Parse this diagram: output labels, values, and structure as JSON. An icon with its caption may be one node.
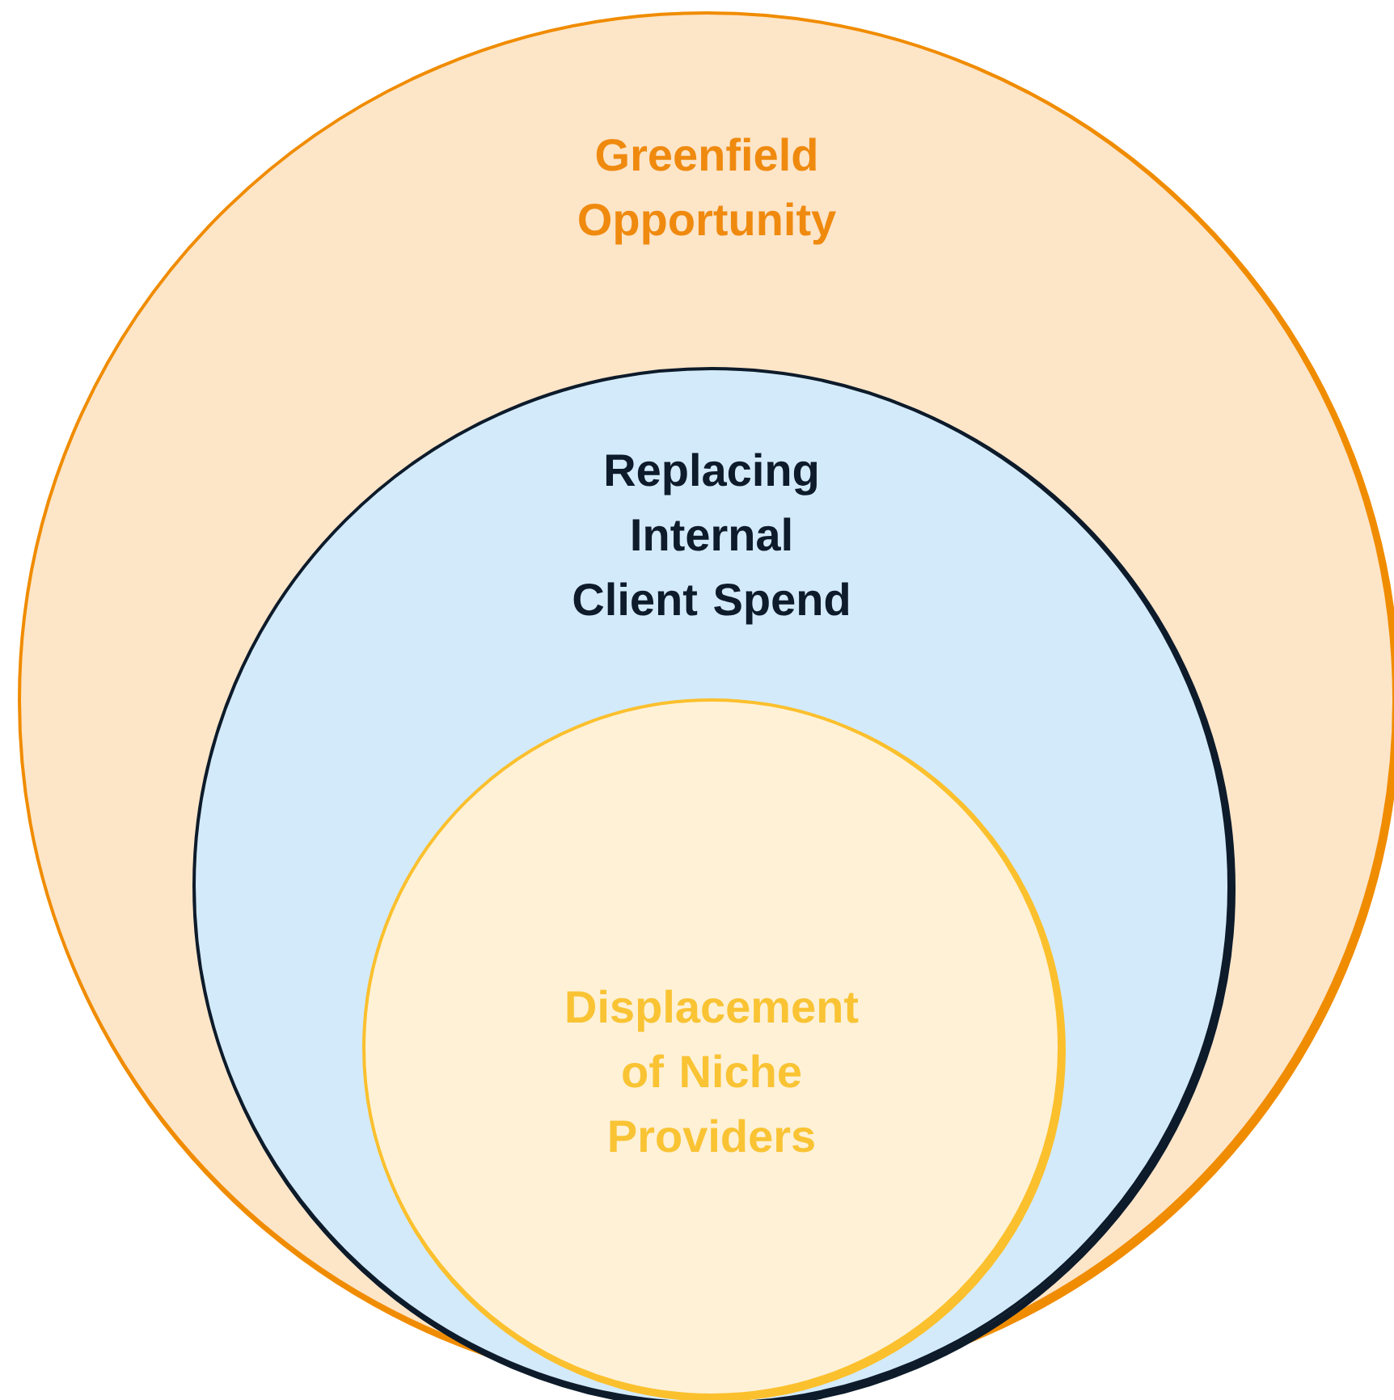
{
  "diagram": {
    "nodes": [
      {
        "text": [
          "Greenfield Opportunity"
        ]
      },
      {
        "text": [
          "Replacing Internal Client Spend"
        ],
        "in": 0
      },
      {
        "text": [
          "Displacement of Niche Providers"
        ],
        "in": 1
      }
    ]
  }
}
